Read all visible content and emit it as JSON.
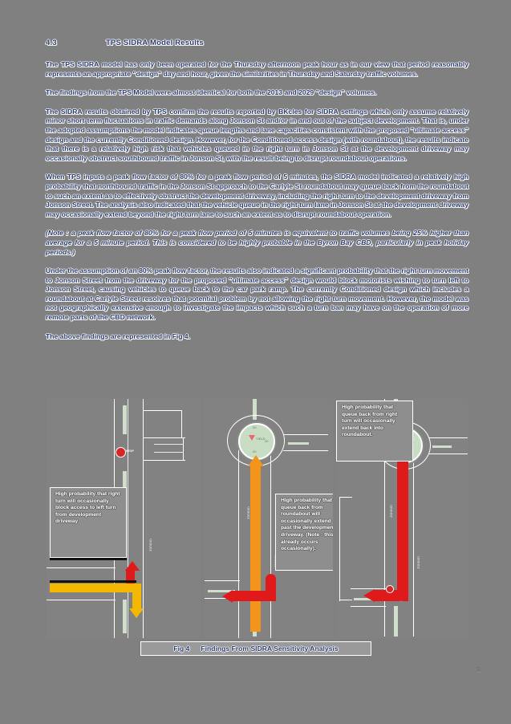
{
  "document": {
    "page_number": "8",
    "section": {
      "number": "4.3",
      "title": "TPS SIDRA Model Results"
    },
    "paragraphs": [
      "The TPS SIDRA model has only been operated for the Thursday afternoon peak hour as in our view that period reasonably represents an appropriate \"design\" day and hour, given the similarities in Thursday and Saturday traffic volumes.",
      "The findings from the TPS Model were almost identical for both the 2013 and 2029 \"design\" volumes.",
      "The SIDRA results obtained by TPS confirm the results reported by BKcles for SIDRA settings which only assume relatively minor short term fluctuations in traffic demands along Jonson St and/or in and out of the subject development. That is, under the adopted assumptions the model indicates queue lengths and lane capacities consistent with the proposed \"ultimate access\" design and the currently Conditioned design. However, for the Conditioned access design (with roundabout), the results indicate that there is a relatively high risk that vehicles queued in the right turn in Jonson St at the development driveway may occasionally obstruct southbound traffic in Jonson St, with the result being to disrupt roundabout operations.",
      "When TPS inputs a peak flow factor of 80% for a peak flow period of 5 minutes, the SIDRA model indicated a relatively high probability that northbound traffic in the Jonson St approach to the Carlyle St roundabout may queue back from the roundabout to such an extent as to effectively obstruct the development driveway, including the right turn to the development driveway from Jonson Street. The analysis also indicated that the vehicle queue in the right turn lane in Jonson St at the development driveway may occasionally extend beyond the right turn lane to such an extent as to disrupt roundabout operation.",
      "Under the assumption of an 80% peak flow factor, the results also indicated a significant probability that the right turn movement to Jonson Street from the driveway for the proposed \"ultimate access\" design would block motorists wishing to turn left to Jonson Street, causing vehicles to queue back to the car park ramp. The currently Conditioned design which includes a roundabout at Carlyle Street resolves that potential problem by not allowing the right turn movement. However, the model was not geographically extensive enough to investigate the impacts which such a turn ban may have on the operation of more remote parts of the CBD network.",
      "The above findings are represented in Fig 4."
    ],
    "note_paragraph": "(Note : a peak flow factor of 80% for a peak flow period of 5 minutes is equivalent to traffic volumes being 25% higher than average for a 5 minute period. This is considered to be highly probable in the Byron Bay CBD, particularly in peak holiday periods.)"
  },
  "figure": {
    "caption_number": "Fig 4",
    "caption_title": "Findings From SIDRA Sensitivity Analysis",
    "callouts": {
      "left": "High probability that right turn will occasionally block access to left turn from development driveway",
      "middle": "High probability that queue back from roundabout will occasionally extend past the development driveway. (Note : this already occurs occasionally).",
      "right": "High probability that queue back from right turn will occasionally extend back into roundabout."
    },
    "map_labels": {
      "stop_sign": "STOP",
      "street_jonson": "Jonson",
      "roundabout_yield": "YIELD",
      "roundabout_speed": "20"
    }
  },
  "colors": {
    "page_background": "#808080",
    "text_blue": "#2b3c6e",
    "arrow_red": "#d42626",
    "arrow_orange": "#f3941c",
    "arrow_yellow": "#f5b800",
    "median_green": "#cfdfcb",
    "road_white": "#fdfdfd"
  }
}
